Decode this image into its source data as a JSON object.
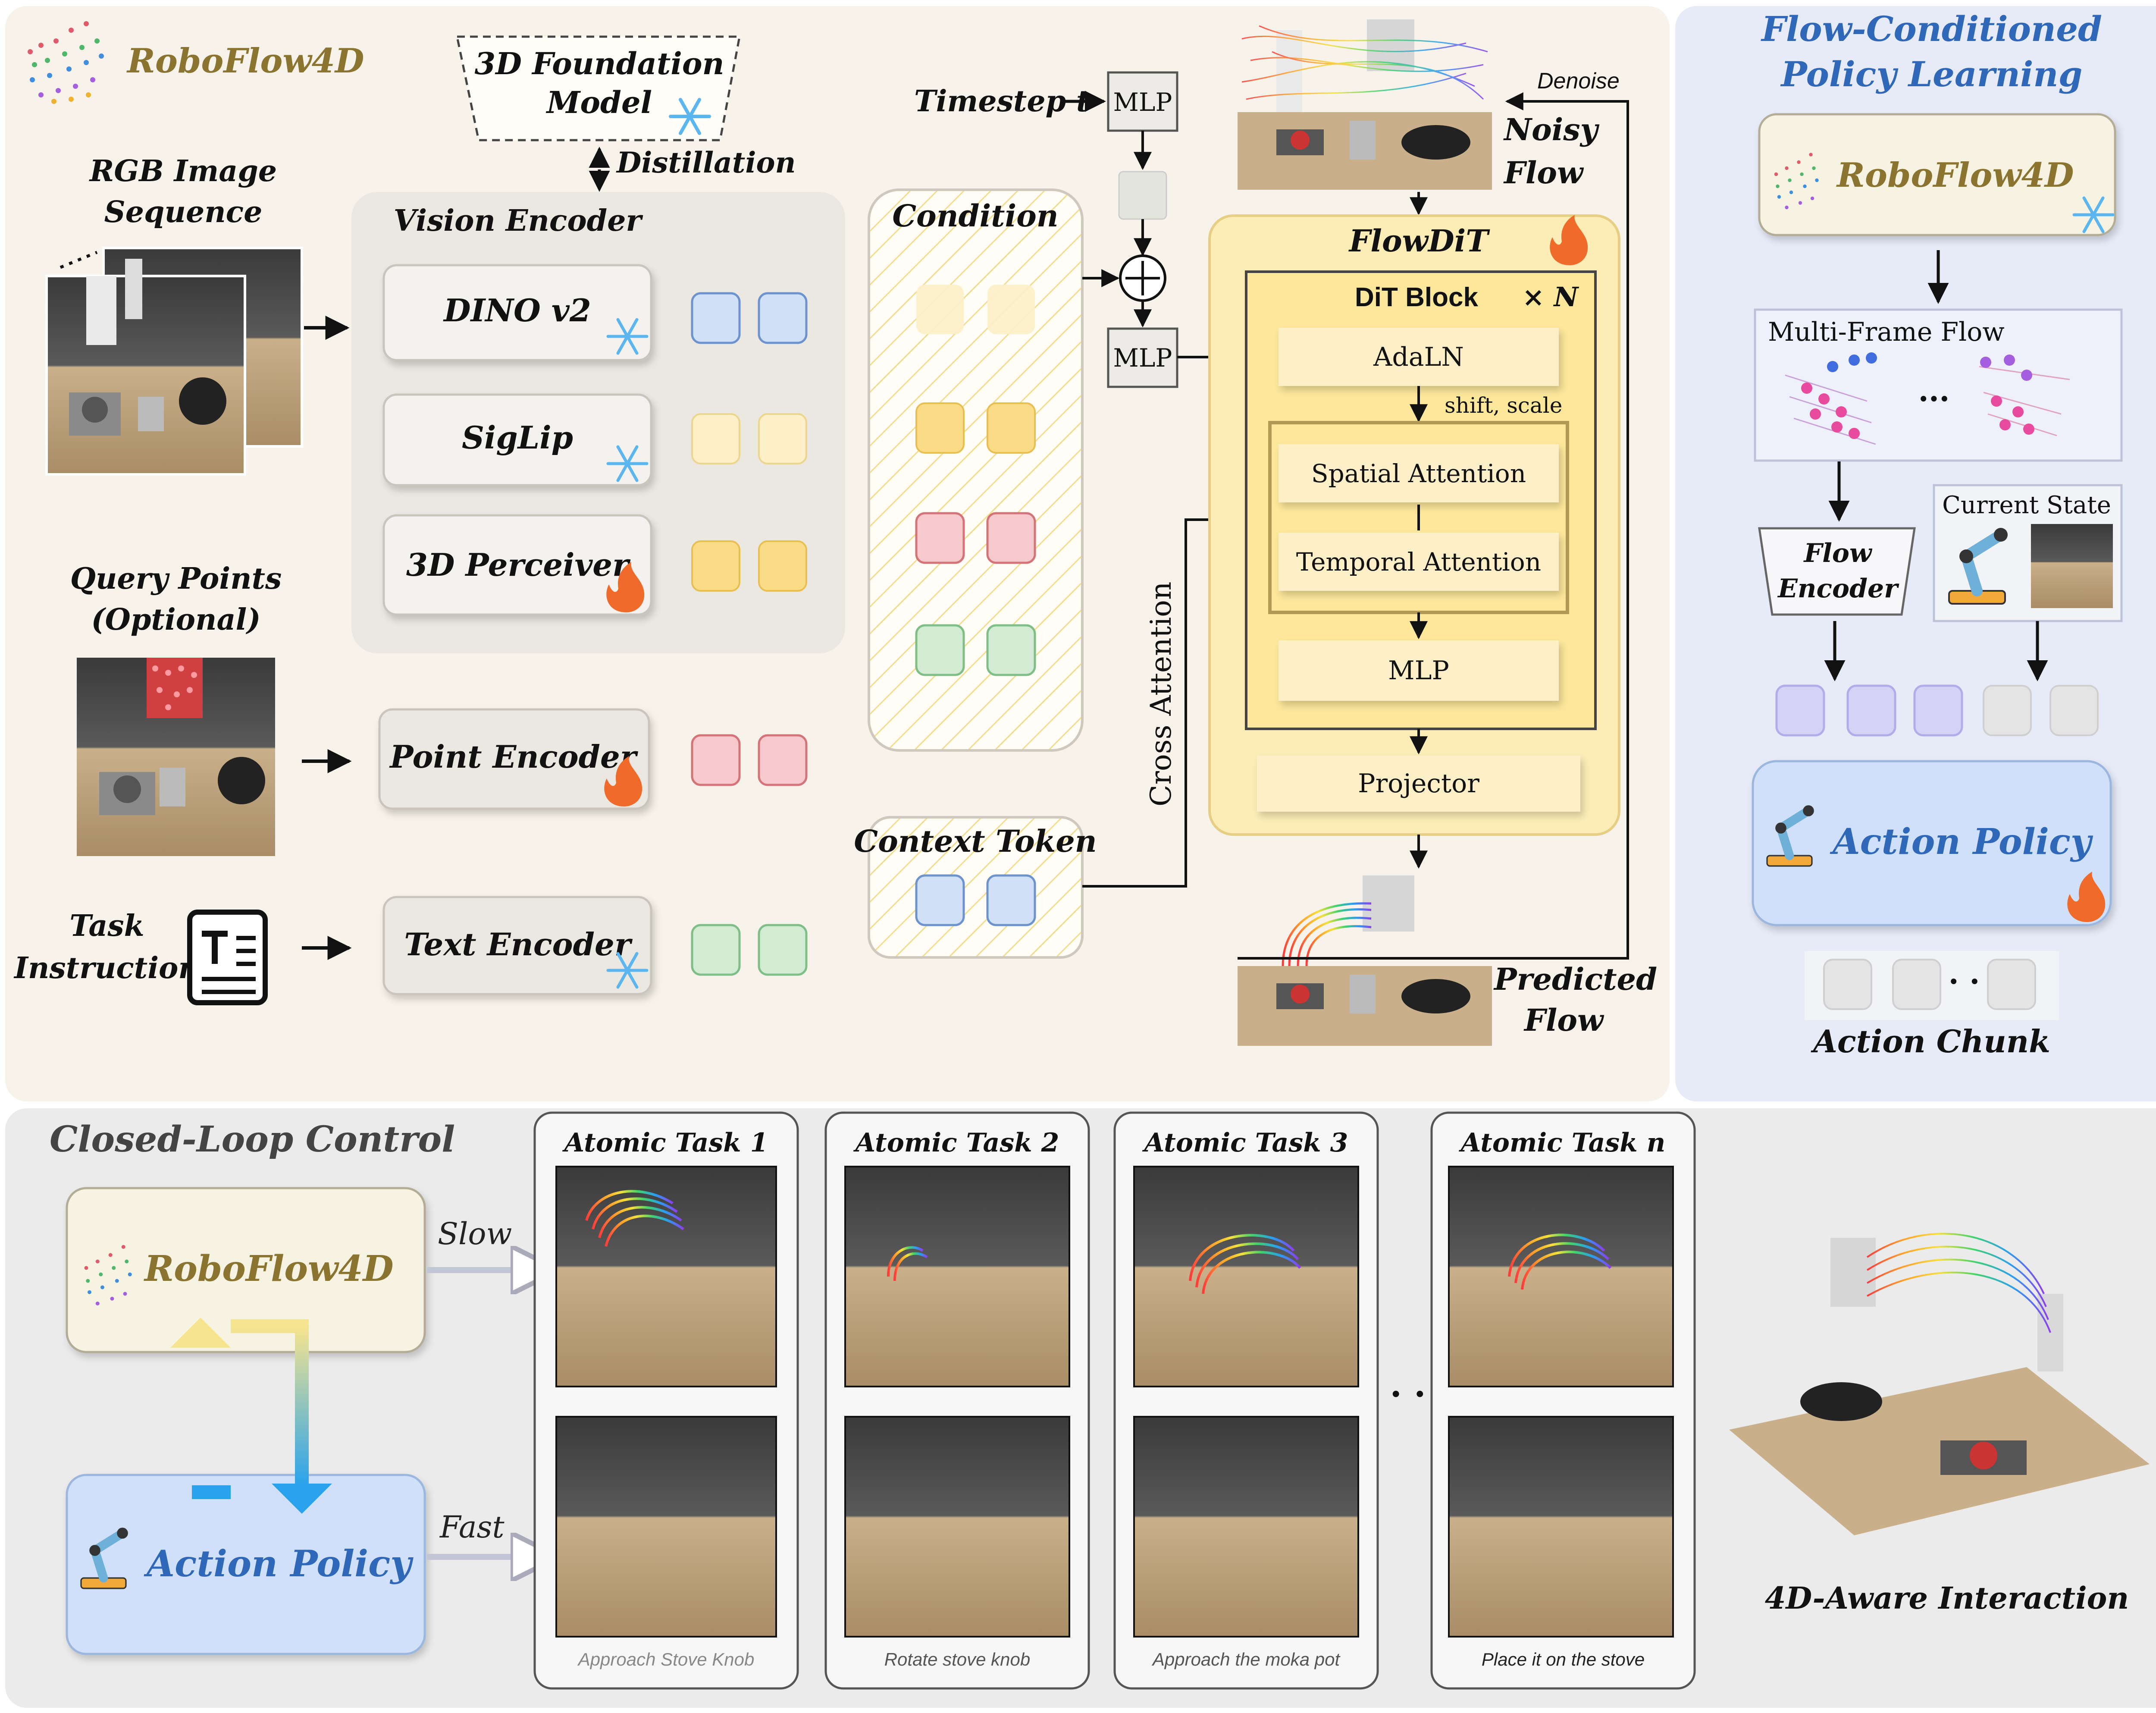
{
  "brand": {
    "name": "RoboFlow4D"
  },
  "inputs": {
    "rgb_label_1": "RGB Image",
    "rgb_label_2": "Sequence",
    "query_label_1": "Query Points",
    "query_label_2": "(Optional)",
    "task_label_1": "Task",
    "task_label_2": "Instruction"
  },
  "foundation": {
    "line1": "3D Foundation",
    "line2": "Model",
    "distillation": "Distillation"
  },
  "vision_encoder": {
    "title": "Vision Encoder",
    "modules": [
      "DINO v2",
      "SigLip",
      "3D Perceiver"
    ]
  },
  "encoders": {
    "point": "Point Encoder",
    "text": "Text Encoder"
  },
  "condition": {
    "title": "Condition",
    "context_title": "Context Token",
    "timestep": "Timestep t",
    "mlp": "MLP",
    "cross_attention": "Cross Attention"
  },
  "flowdit": {
    "title": "FlowDiT",
    "block": "DiT Block",
    "times_n": "× N",
    "adaln": "AdaLN",
    "shift_scale": "shift, scale",
    "spatial": "Spatial Attention",
    "temporal": "Temporal Attention",
    "mlp": "MLP",
    "projector": "Projector",
    "noisy_1": "Noisy",
    "noisy_2": "Flow",
    "denoise": "Denoise",
    "predicted_1": "Predicted",
    "predicted_2": "Flow"
  },
  "policy_panel": {
    "title_1": "Flow-Conditioned",
    "title_2": "Policy Learning",
    "multi_frame": "Multi-Frame Flow",
    "ellipsis": "...",
    "current_state": "Current State",
    "flow_encoder_1": "Flow",
    "flow_encoder_2": "Encoder",
    "action_policy": "Action Policy",
    "action_chunk": "Action Chunk",
    "chunk_dots": "· ·"
  },
  "closed_loop": {
    "title": "Closed-Loop Control",
    "slow": "Slow",
    "fast": "Fast",
    "action_policy": "Action Policy",
    "between_dots": "· ·",
    "interaction": "4D-Aware Interaction",
    "tasks": [
      {
        "title": "Atomic Task 1",
        "caption": "Approach Stove Knob"
      },
      {
        "title": "Atomic Task 2",
        "caption": "Rotate stove knob"
      },
      {
        "title": "Atomic Task 3",
        "caption": "Approach the moka pot"
      },
      {
        "title": "Atomic Task n",
        "caption": "Place it on the stove"
      }
    ]
  },
  "colors": {
    "panel_beige": "#f7f3ea",
    "panel_blue": "#e6ebf7",
    "panel_gray": "#ebebeb",
    "token_blue": "#cfe0f7",
    "token_yellow_light": "#fdf0c8",
    "token_yellow": "#fbdc86",
    "token_red": "#f6c9cc",
    "token_green": "#d2ecd4",
    "token_purple": "#d6d2f6",
    "token_gray": "#e4e4e4",
    "flowdit_fill": "#fcedb6",
    "policy_fill": "#cfe0f8",
    "brand_text": "#8a7430",
    "policy_text": "#2f68b8"
  }
}
